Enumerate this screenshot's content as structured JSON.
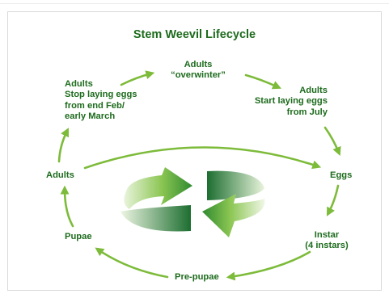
{
  "diagram": {
    "title": "Stem Weevil Lifecycle",
    "stages": {
      "adults_overwinter": "Adults\n“overwinter”",
      "adults_start_laying": "Adults\nStart laying eggs\nfrom July",
      "eggs": "Eggs",
      "instar": "Instar\n(4 instars)",
      "pre_pupae": "Pre-pupae",
      "pupae": "Pupae",
      "adults": "Adults",
      "adults_stop_laying": "Adults\nStop laying eggs\nfrom end Feb/\nearly March"
    },
    "colors": {
      "text": "#1d6b1d",
      "arrow": "#7dbb3a",
      "cycle_dark": "#1f7a32",
      "cycle_light": "#e6f3d7"
    }
  }
}
